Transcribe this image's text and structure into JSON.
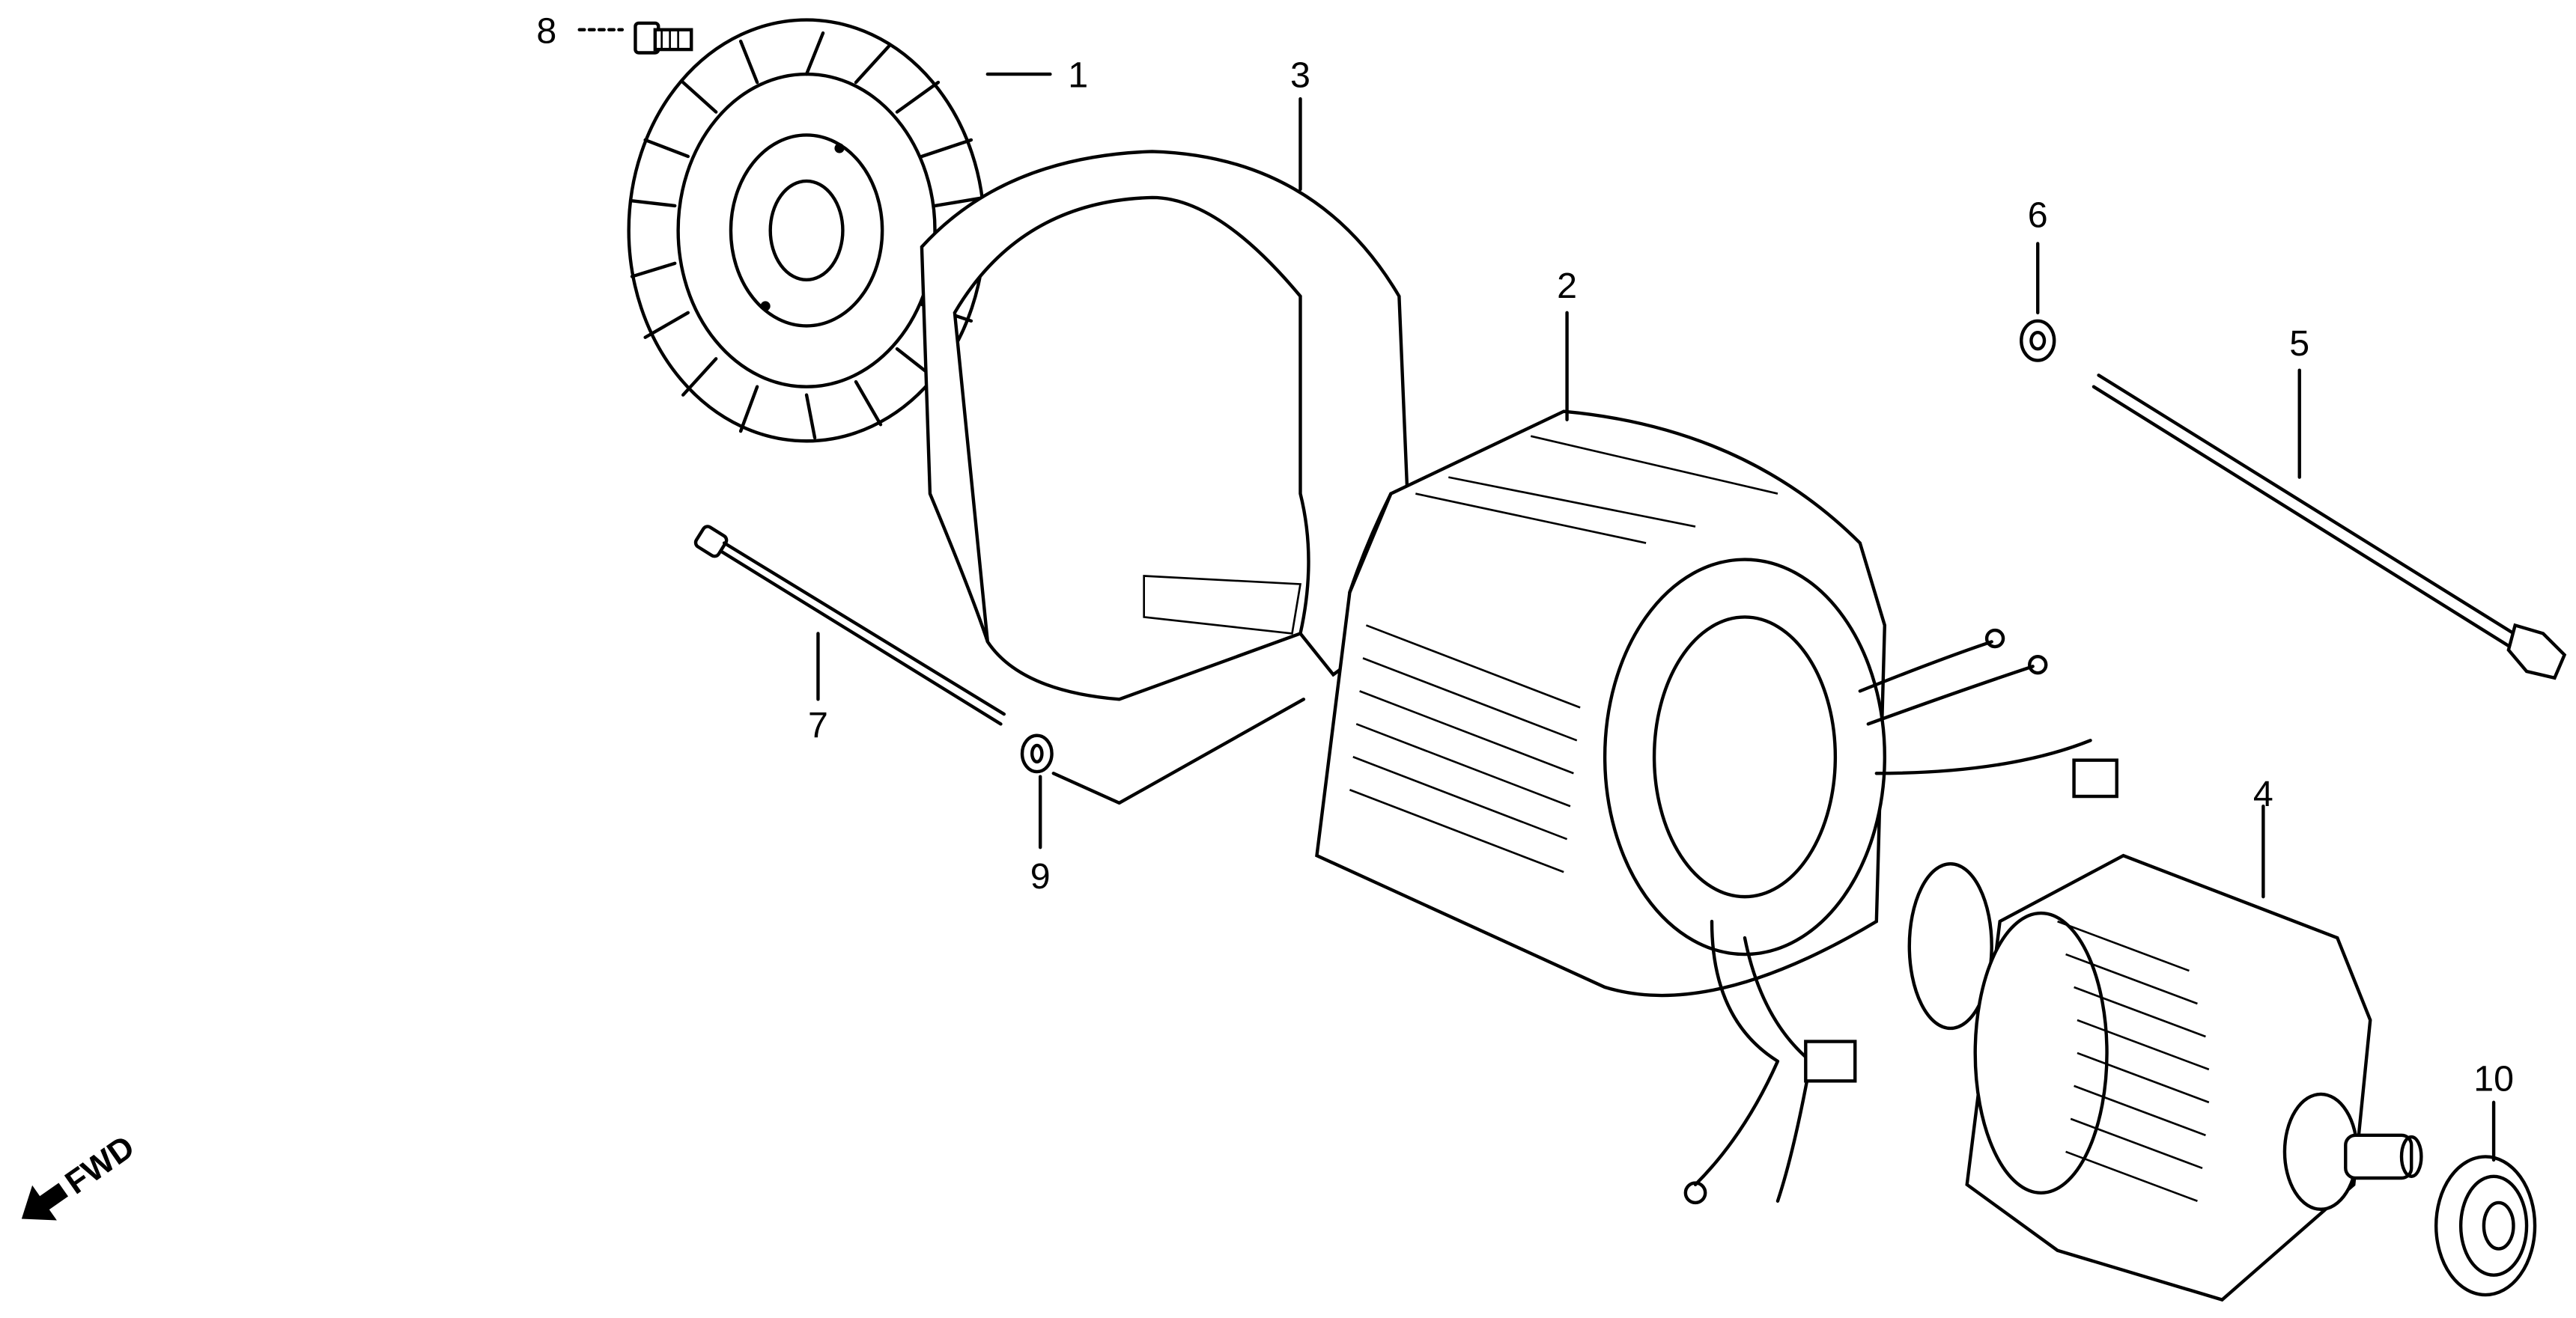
{
  "diagram": {
    "title": "",
    "parts": [
      {
        "id": "fan",
        "number": "1"
      },
      {
        "id": "stator",
        "number": "2"
      },
      {
        "id": "cover-band",
        "number": "3"
      },
      {
        "id": "rotor",
        "number": "4"
      },
      {
        "id": "long-bolt",
        "number": "5"
      },
      {
        "id": "washer-upper",
        "number": "6"
      },
      {
        "id": "through-bolt",
        "number": "7"
      },
      {
        "id": "flange-bolt",
        "number": "8"
      },
      {
        "id": "washer-lower",
        "number": "9"
      },
      {
        "id": "bearing",
        "number": "10"
      }
    ],
    "direction_label": "FWD"
  }
}
